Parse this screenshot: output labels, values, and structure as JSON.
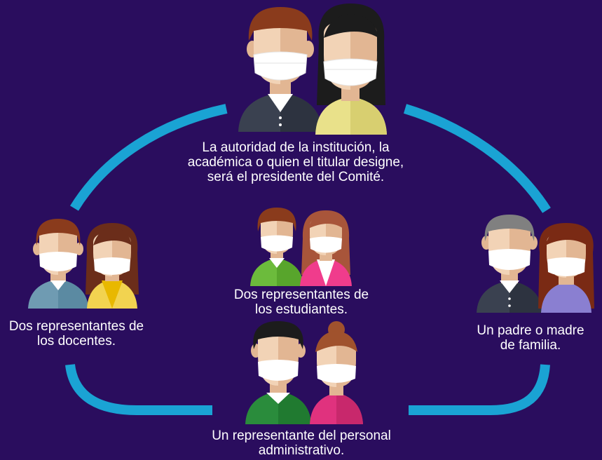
{
  "colors": {
    "background": "#2a0d5e",
    "connector": "#1aa3d4",
    "text": "#ffffff",
    "mask": "#ffffff",
    "skin_light": "#f2d3b6",
    "skin_shade": "#e2b693"
  },
  "groups": {
    "authority": {
      "lines": [
        "La autoridad de la institución, la",
        "académica o quien el titular designe,",
        "será el presidente del Comité."
      ]
    },
    "teachers": {
      "lines": [
        "Dos representantes de",
        "los docentes."
      ]
    },
    "students": {
      "lines": [
        "Dos representantes de",
        "los estudiantes."
      ]
    },
    "parents": {
      "lines": [
        "Un padre o madre",
        "de familia."
      ]
    },
    "staff": {
      "lines": [
        "Un representante del personal",
        "administrativo."
      ]
    }
  }
}
